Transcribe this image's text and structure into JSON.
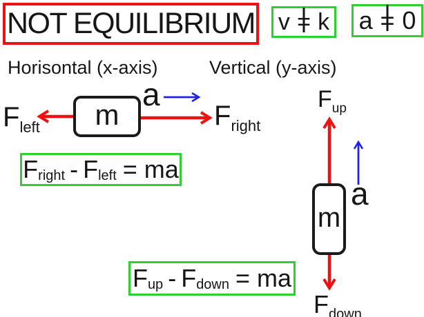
{
  "title": "NOT EQUILIBRIUM",
  "badges": {
    "velocity": {
      "lhs": "v",
      "op_base": "=",
      "meaning": "not equal",
      "rhs": "k"
    },
    "acceleration": {
      "lhs": "a",
      "op_base": "=",
      "meaning": "not equal",
      "rhs": "0"
    }
  },
  "section_headers": {
    "horizontal": "Horisontal (x-axis)",
    "vertical": "Vertical (y-axis)"
  },
  "horizontal_diagram": {
    "mass_label": "m",
    "force_left": {
      "main": "F",
      "sub": "left"
    },
    "force_right": {
      "main": "F",
      "sub": "right"
    },
    "acceleration_label": "a"
  },
  "vertical_diagram": {
    "mass_label": "m",
    "force_up": {
      "main": "F",
      "sub": "up"
    },
    "force_down": {
      "main": "F",
      "sub": "down"
    },
    "acceleration_label": "a"
  },
  "equations": {
    "horizontal": {
      "f1": "F",
      "sub1": "right",
      "minus": "-",
      "f2": "F",
      "sub2": "left",
      "rhs": "= ma"
    },
    "vertical": {
      "f1": "F",
      "sub1": "up",
      "minus": "-",
      "f2": "F",
      "sub2": "down",
      "rhs": "= ma"
    }
  },
  "colors": {
    "red": "#ee1111",
    "green": "#2fcf2f",
    "blue": "#2020e8"
  }
}
